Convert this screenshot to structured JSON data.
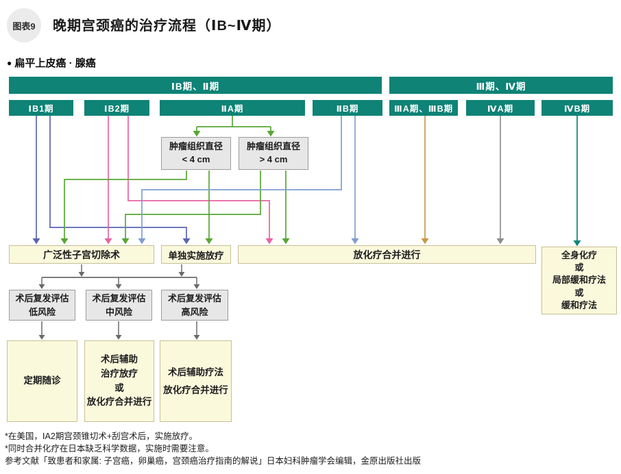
{
  "header": {
    "badge": "图表9",
    "title": "晚期宫颈癌的治疗流程（ⅠB~Ⅳ期）",
    "section_bullet": "●",
    "section_label": "扁平上皮癌 · 腺癌"
  },
  "group_bars": [
    {
      "label": "ⅠB期、Ⅱ期"
    },
    {
      "label": "Ⅲ期、Ⅳ期"
    }
  ],
  "stages": [
    {
      "label": "ⅠB1期"
    },
    {
      "label": "ⅠB2期"
    },
    {
      "label": "ⅡA期"
    },
    {
      "label": "ⅡB期"
    },
    {
      "label": "ⅢA期、ⅢB期"
    },
    {
      "label": "ⅣA期"
    },
    {
      "label": "ⅣB期"
    }
  ],
  "tumor_boxes": [
    {
      "lines": [
        "肿瘤组织直径",
        "< 4 cm"
      ]
    },
    {
      "lines": [
        "肿瘤组织直径",
        "> 4 cm"
      ]
    }
  ],
  "treatments": {
    "surgery": "广泛性子宫切除术",
    "radio_alone": "单独实施放疗",
    "chemoradio": "放化疗合并进行",
    "systemic_lines": [
      "全身化疗",
      "或",
      "局部缓和疗法",
      "或",
      "缓和疗法"
    ]
  },
  "risk_boxes": [
    {
      "lines": [
        "术后复发评估",
        "低风险"
      ]
    },
    {
      "lines": [
        "术后复发评估",
        "中风险"
      ]
    },
    {
      "lines": [
        "术后复发评估",
        "高风险"
      ]
    }
  ],
  "outcome_boxes": [
    {
      "lines": [
        "定期随诊"
      ]
    },
    {
      "lines": [
        "术后辅助",
        "治疗放疗",
        "或",
        "放化疗合并进行"
      ]
    },
    {
      "lines": [
        "术后辅助疗法",
        "放化疗合并进行"
      ]
    }
  ],
  "footnotes": [
    "*在美国，ⅠA2期宫颈锥切术+刮宫术后，实施放疗。",
    "*同时合并化疗在日本缺乏科学数据，实施时需要注意。",
    "参考文献「致患者和家属: 子宫癌，卵巢癌，宫颈癌治疗指南的解说」日本妇科肿瘤学会编辑，金原出版社出版"
  ],
  "colors": {
    "teal": "#0e8376",
    "flow_ib1": "#5a65b2",
    "flow_ib2": "#e763a2",
    "flow_iia": "#57a733",
    "flow_iib": "#7e9fd0",
    "flow_iiiab": "#c69a4a",
    "flow_iva": "#8f8f8f",
    "flow_ivb": "#0d8678",
    "flow_lower": "#6a6a6a"
  }
}
